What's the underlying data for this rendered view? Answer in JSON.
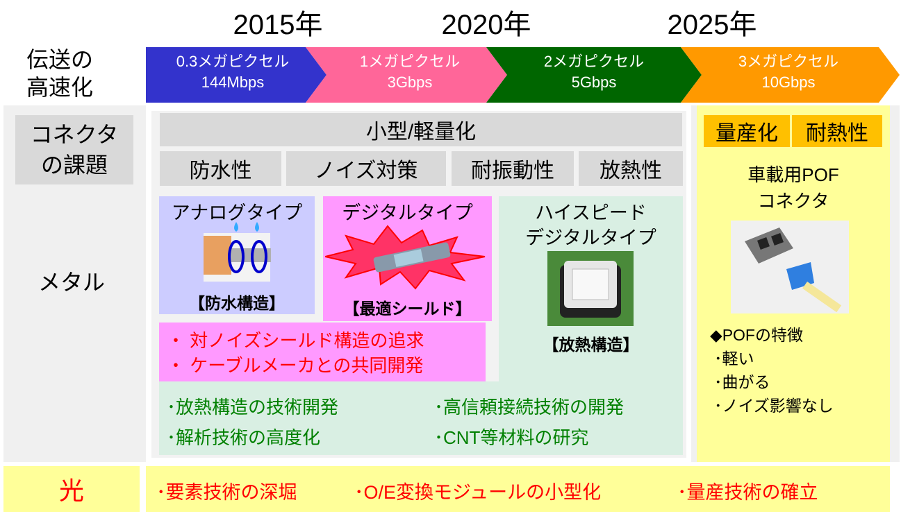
{
  "years": [
    "2015年",
    "2020年",
    "2025年"
  ],
  "row_labels": {
    "speed": [
      "伝送の",
      "高速化"
    ],
    "issues": [
      "コネクタ",
      "の課題"
    ],
    "metal": "メタル",
    "optical": "光"
  },
  "timeline": [
    {
      "title": "0.3メガピクセル",
      "rate": "144Mbps",
      "color": "#3333cc"
    },
    {
      "title": "1メガピクセル",
      "rate": "3Gbps",
      "color": "#ff6699"
    },
    {
      "title": "2メガピクセル",
      "rate": "5Gbps",
      "color": "#006600"
    },
    {
      "title": "3メガピクセル",
      "rate": "10Gbps",
      "color": "#ff9900"
    }
  ],
  "issues": {
    "main": "小型/軽量化",
    "items": [
      "防水性",
      "ノイズ対策",
      "耐振動性",
      "放熱性"
    ]
  },
  "types": {
    "analog": {
      "title": "アナログタイプ",
      "caption": "【防水構造】"
    },
    "digital": {
      "title": "デジタルタイプ",
      "caption": "【最適シールド】"
    },
    "highspeed": {
      "title1": "ハイスピード",
      "title2": "デジタルタイプ",
      "caption": "【放熱構造】"
    }
  },
  "pink_notes": [
    "・ 対ノイズシールド構造の追求",
    "・ ケーブルメーカとの共同開発"
  ],
  "green_notes": [
    "･放熱構造の技術開発",
    "･高信頼接続技術の開発",
    "･解析技術の高度化",
    "･CNT等材料の研究"
  ],
  "pof": {
    "tags": [
      "量産化",
      "耐熱性"
    ],
    "title1": "車載用POF",
    "title2": "コネクタ",
    "features_title": "◆POFの特徴",
    "features": [
      "･軽い",
      "･曲がる",
      "･ノイズ影響なし"
    ]
  },
  "optical_items": [
    "･要素技術の深堀",
    "･O/E変換モジュールの小型化",
    "･量産技術の確立"
  ],
  "colors": {
    "grey_panel": "#f0f0f0",
    "yellow": "#ffff99",
    "orange": "#ffc000"
  }
}
